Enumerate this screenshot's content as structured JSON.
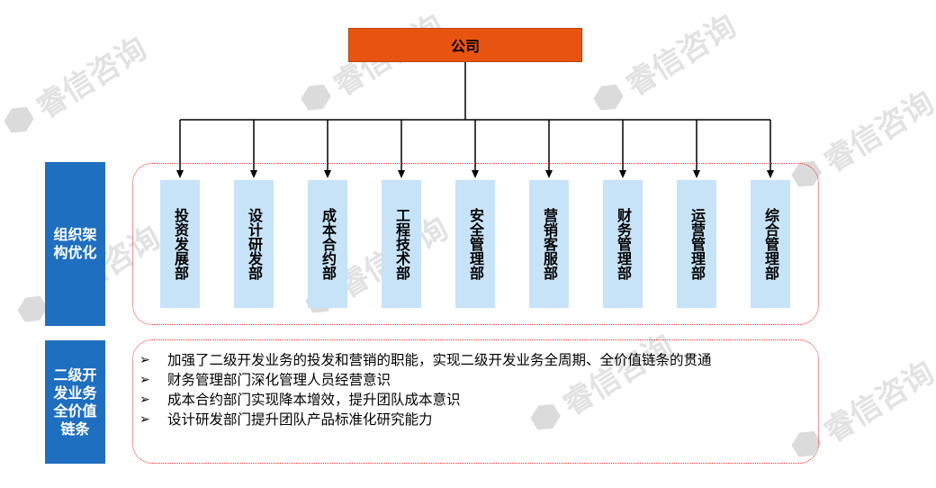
{
  "watermark": {
    "text": "睿信咨询"
  },
  "company": {
    "label": "公司"
  },
  "side_labels": {
    "org": "组织架构优化",
    "chain": "二级开发业务全价值链条"
  },
  "departments": [
    {
      "label": "投资发展部"
    },
    {
      "label": "设计研发部"
    },
    {
      "label": "成本合约部"
    },
    {
      "label": "工程技术部"
    },
    {
      "label": "安全管理部"
    },
    {
      "label": "营销客服部"
    },
    {
      "label": "财务管理部"
    },
    {
      "label": "运营管理部"
    },
    {
      "label": "综合管理部"
    }
  ],
  "notes": [
    {
      "bullet": "➢",
      "text": "加强了二级开发业务的投发和营销的职能，实现二级开发业务全周期、全价值链条的贯通"
    },
    {
      "bullet": "➢",
      "text": "财务管理部门深化管理人员经营意识"
    },
    {
      "bullet": "➢",
      "text": "成本合约部门实现降本增效，提升团队成本意识"
    },
    {
      "bullet": "➢",
      "text": "设计研发部门提升团队产品标准化研究能力"
    }
  ],
  "colors": {
    "company_fill": "#e8540f",
    "side_label_fill": "#1f6fc0",
    "dept_fill": "#c7e3f7",
    "frame_border": "#e03030",
    "watermark": "#d9d9d9"
  }
}
